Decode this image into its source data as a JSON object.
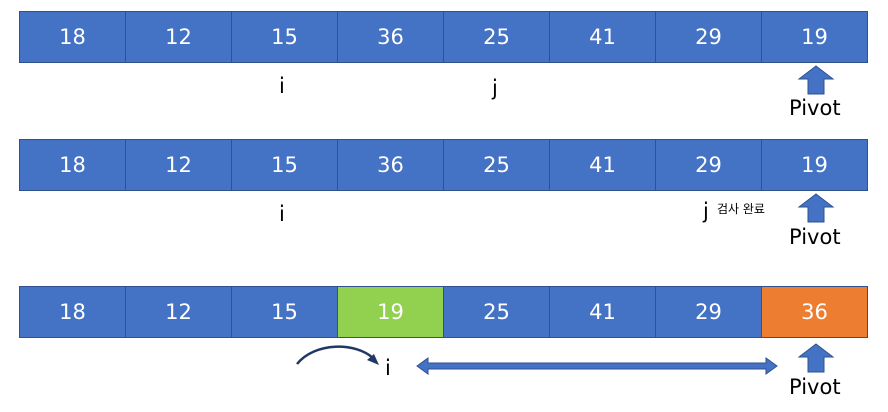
{
  "rows": [
    {
      "values": [
        "18",
        "12",
        "15",
        "36",
        "25",
        "41",
        "29",
        "19"
      ],
      "highlights": {}
    },
    {
      "values": [
        "18",
        "12",
        "15",
        "36",
        "25",
        "41",
        "29",
        "19"
      ],
      "highlights": {}
    },
    {
      "values": [
        "18",
        "12",
        "15",
        "19",
        "25",
        "41",
        "29",
        "36"
      ],
      "highlights": {
        "3": "green",
        "7": "orange"
      }
    }
  ],
  "labels": {
    "i": "i",
    "j": "j",
    "pivot": "Pivot",
    "j_done_note": "검사 완료"
  },
  "colors": {
    "cell_blue": "#4472c4",
    "cell_border": "#2f528f",
    "cell_green": "#92d050",
    "cell_orange": "#ed7d31",
    "arrow_fill": "#4472c4",
    "arrow_stroke": "#2f528f"
  },
  "icons": {
    "pivot_marker": "up-arrow-icon",
    "index_move": "curved-arrow-icon",
    "range": "double-headed-arrow-icon"
  }
}
